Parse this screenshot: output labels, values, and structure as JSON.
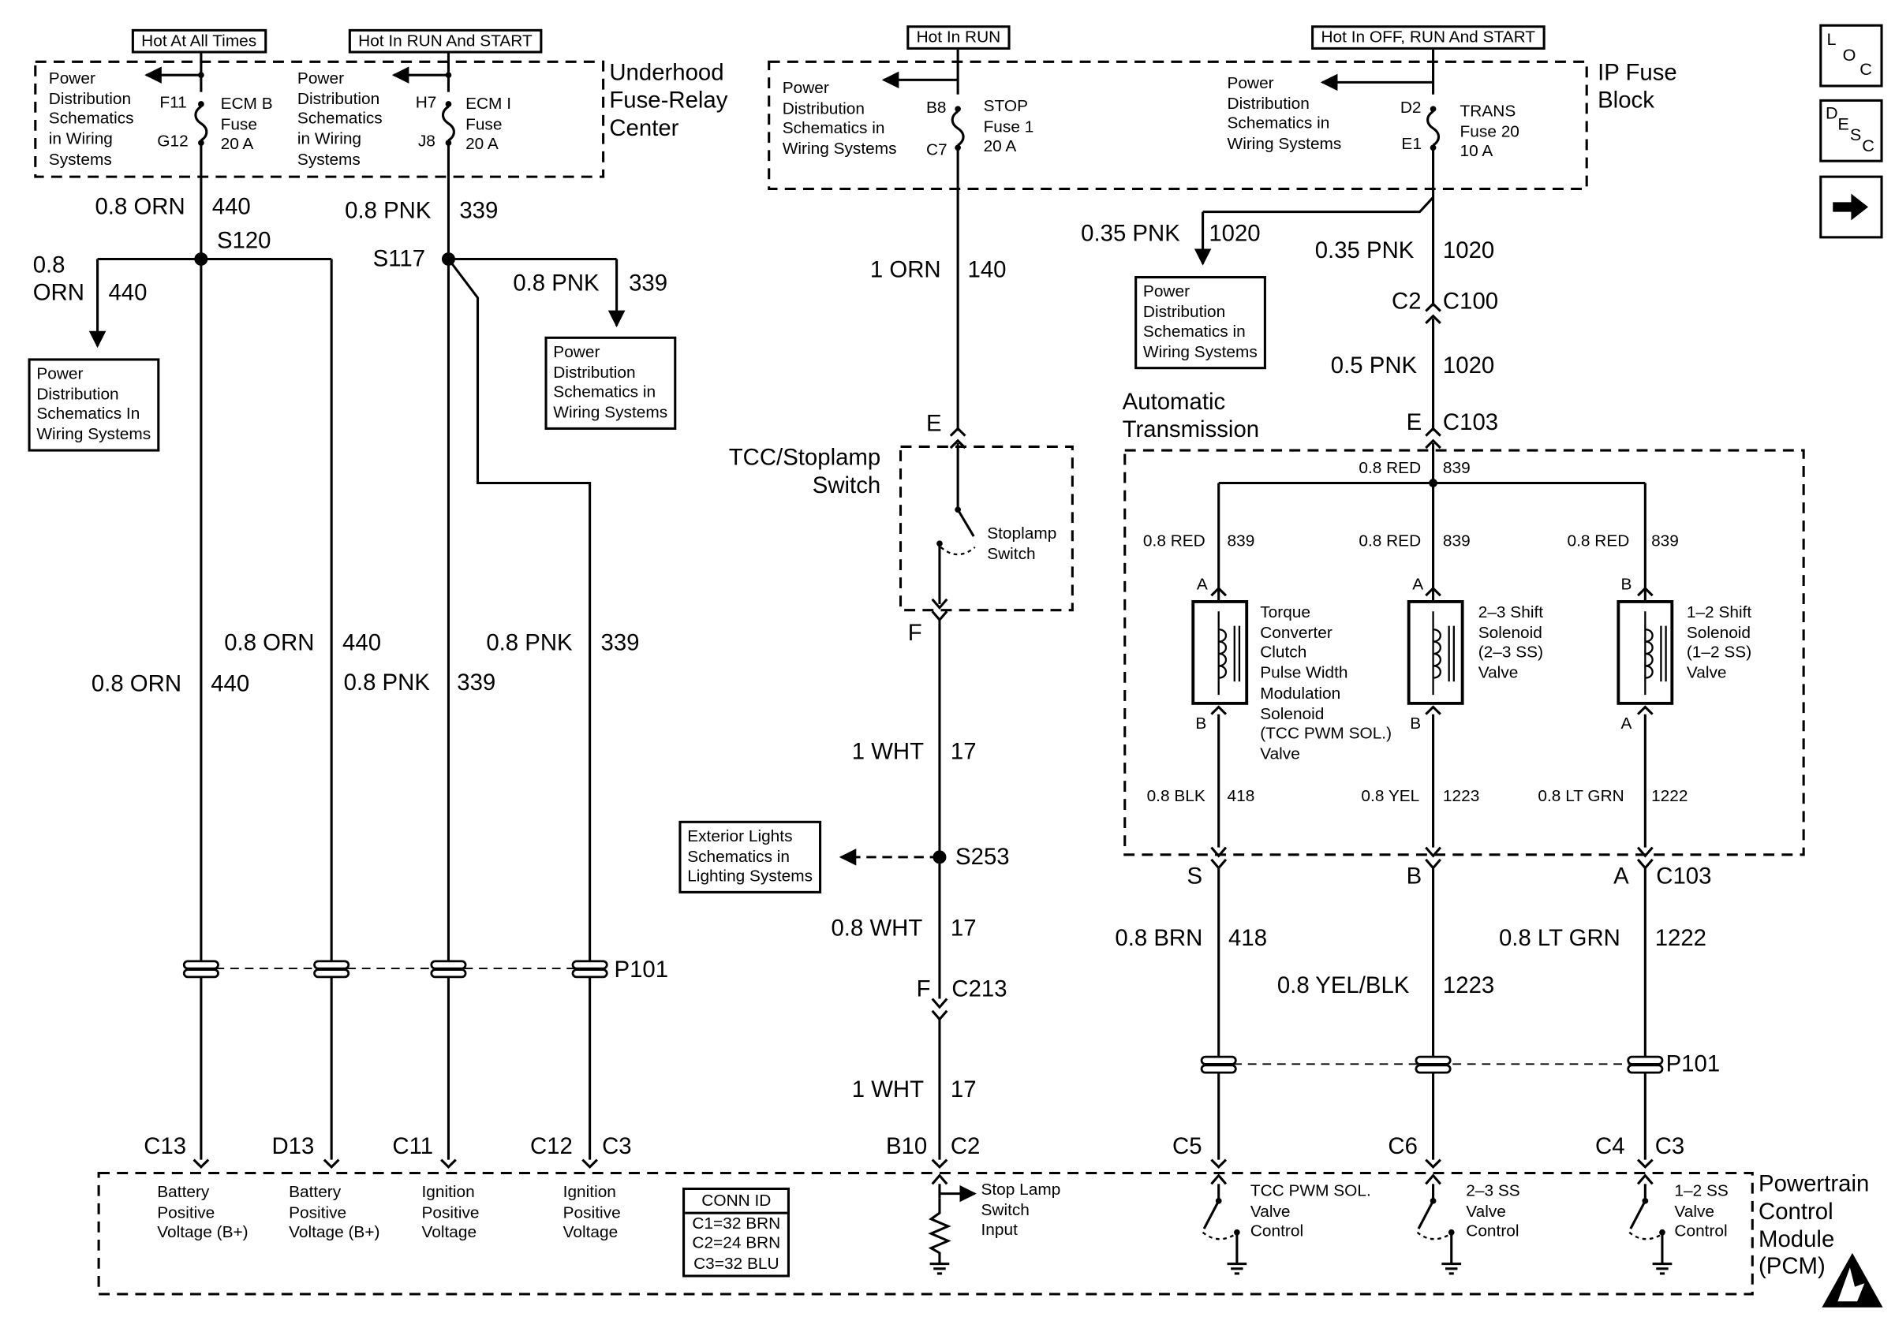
{
  "header": {
    "hot_all_times": "Hot At All Times",
    "hot_run_start": "Hot In RUN And START",
    "hot_run": "Hot In RUN",
    "hot_off_run_start": "Hot In OFF, RUN And START"
  },
  "underhood": {
    "label": "Underhood\nFuse-Relay\nCenter",
    "pds1": "Power\nDistribution\nSchematics\nin Wiring\nSystems",
    "f11": "F11",
    "g12": "G12",
    "fuse1": "ECM B\nFuse\n20 A",
    "pds2": "Power\nDistribution\nSchematics\nin Wiring\nSystems",
    "h7": "H7",
    "j8": "J8",
    "fuse2": "ECM I\nFuse\n20 A"
  },
  "ipfuse": {
    "label": "IP Fuse\nBlock",
    "pds1": "Power\nDistribution\nSchematics in\nWiring Systems",
    "b8": "B8",
    "c7": "C7",
    "fuse1": "STOP\nFuse 1\n20 A",
    "pds2": "Power\nDistribution\nSchematics in\nWiring Systems",
    "d2": "D2",
    "e1": "E1",
    "fuse2": "TRANS\nFuse 20\n10 A"
  },
  "left": {
    "w_orn440_top": "0.8 ORN",
    "c440": "440",
    "s120": "S120",
    "w_pnk339_top": "0.8 PNK",
    "c339": "339",
    "s117": "S117",
    "w_08": "0.8",
    "w_orn": "ORN",
    "pds_left": "Power\nDistribution\nSchematics In\nWiring Systems",
    "pds_mid": "Power\nDistribution\nSchematics in\nWiring Systems",
    "w_orn440_a": "0.8 ORN",
    "w_pnk339_a": "0.8 PNK",
    "w_orn440_b": "0.8 ORN",
    "w_pnk339_b": "0.8 PNK",
    "p101": "P101",
    "c13": "C13",
    "d13": "D13",
    "c11": "C11",
    "c12": "C12",
    "c3": "C3"
  },
  "stop": {
    "w_orn140": "1 ORN",
    "c140": "140",
    "e": "E",
    "switch_name": "TCC/Stoplamp\nSwitch",
    "stoplamp": "Stoplamp\nSwitch",
    "f": "F",
    "w_wht17a": "1 WHT",
    "c17": "17",
    "ext_lights": "Exterior Lights\nSchematics in\nLighting Systems",
    "s253": "S253",
    "w_wht17b": "0.8 WHT",
    "f2": "F",
    "c213": "C213",
    "w_wht17c": "1 WHT",
    "b10": "B10",
    "c2": "C2"
  },
  "trans": {
    "w_pnk1020a": "0.35 PNK",
    "c1020": "1020",
    "pds": "Power\nDistribution\nSchematics in\nWiring Systems",
    "w_pnk1020b": "0.35 PNK",
    "c2": "C2",
    "c100": "C100",
    "w_pnk1020c": "0.5 PNK",
    "auto_trans": "Automatic\nTransmission",
    "e": "E",
    "c103": "C103",
    "w_red": "0.8 RED",
    "c839": "839",
    "pin_a": "A",
    "pin_b": "B",
    "sol1": "Torque\nConverter\nClutch\nPulse Width\nModulation\nSolenoid\n(TCC PWM SOL.)\nValve",
    "sol2": "2–3 Shift\nSolenoid\n(2–3 SS)\nValve",
    "sol3": "1–2 Shift\nSolenoid\n(1–2 SS)\nValve",
    "w_blk": "0.8 BLK",
    "c418": "418",
    "w_yel": "0.8 YEL",
    "c1223": "1223",
    "w_ltgrn": "0.8 LT GRN",
    "c1222": "1222",
    "s": "S",
    "b": "B",
    "a": "A",
    "c103b": "C103",
    "w_brn": "0.8 BRN",
    "w_yelblk": "0.8 YEL/BLK",
    "w_ltgrn2": "0.8 LT GRN",
    "p101": "P101",
    "c5": "C5",
    "c6": "C6",
    "c4": "C4",
    "c3": "C3"
  },
  "pcm": {
    "label": "Powertrain\nControl\nModule\n(PCM)",
    "batt1": "Battery\nPositive\nVoltage (B+)",
    "batt2": "Battery\nPositive\nVoltage (B+)",
    "ign1": "Ignition\nPositive\nVoltage",
    "ign2": "Ignition\nPositive\nVoltage",
    "conn_title": "CONN ID",
    "conn1": "C1=32 BRN",
    "conn2": "C2=24 BRN",
    "conn3": "C3=32 BLU",
    "stop_input": "Stop Lamp\nSwitch\nInput",
    "tcc_ctrl": "TCC PWM SOL.\nValve\nControl",
    "ss23_ctrl": "2–3 SS\nValve\nControl",
    "ss12_ctrl": "1–2 SS\nValve\nControl"
  },
  "nav": {
    "loc": [
      "L",
      "O",
      "C"
    ],
    "desc": [
      "D",
      "E",
      "S",
      "C"
    ],
    "next_icon": "arrow-right-icon"
  }
}
